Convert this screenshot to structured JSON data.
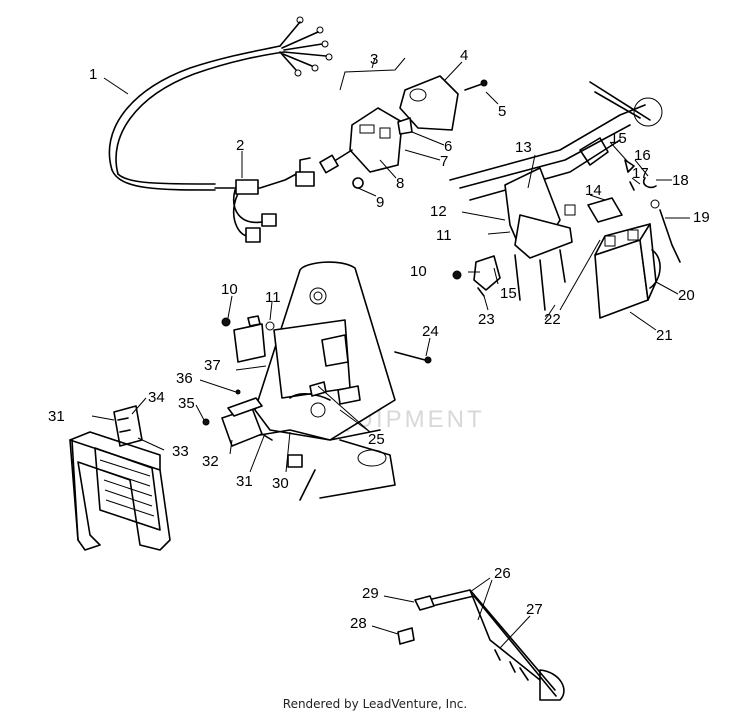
{
  "callouts": [
    "1",
    "2",
    "3",
    "4",
    "5",
    "6",
    "7",
    "8",
    "9",
    "10",
    "11",
    "12",
    "13",
    "14",
    "15",
    "16",
    "17",
    "18",
    "19",
    "20",
    "21",
    "22",
    "23",
    "24",
    "25",
    "26",
    "27",
    "28",
    "29",
    "30",
    "31",
    "32",
    "33",
    "34",
    "35",
    "36",
    "37"
  ],
  "callouts_repeat": {
    "10b": "10",
    "11b": "11",
    "15b": "15",
    "31b": "31"
  },
  "watermark": "EQUIPMENT",
  "footer": "Rendered by LeadVenture, Inc."
}
